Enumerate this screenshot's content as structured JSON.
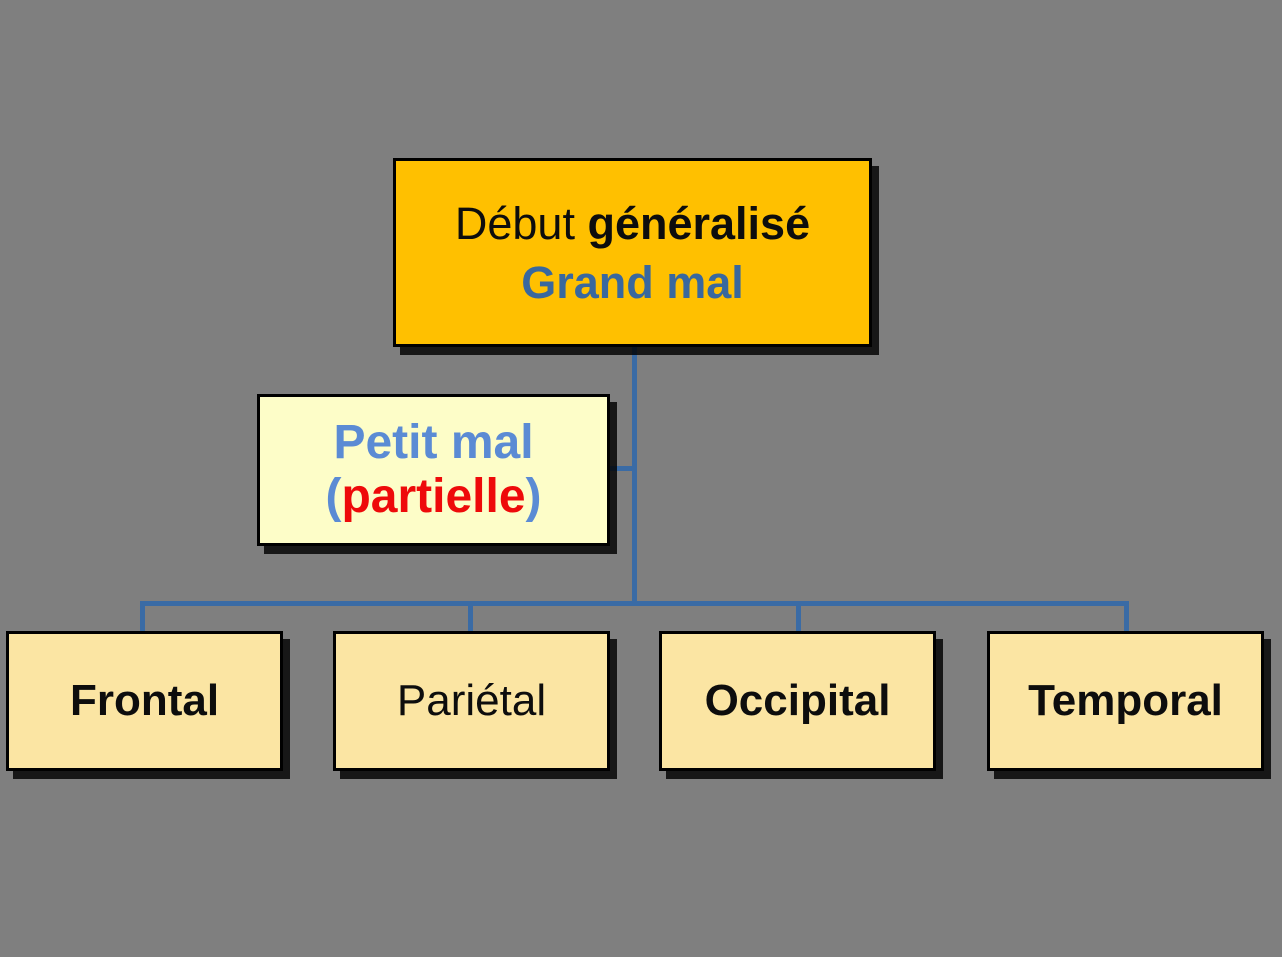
{
  "diagram": {
    "background_color": "#7F7F7F",
    "connector_color": "#3A6BA5",
    "root_node": {
      "line1_normal": "Début ",
      "line1_bold": "généralisé",
      "line2": "Grand mal",
      "fill_color": "#FFC000",
      "line1_color": "#0D0D0D",
      "line2_color": "#39689E"
    },
    "side_node": {
      "line1": "Petit mal",
      "paren_open": "(",
      "word": "partielle",
      "paren_close": ")",
      "fill_color": "#FDFDC8",
      "blue_color": "#5B8BD4",
      "red_color": "#EE0A0A"
    },
    "leaf_nodes": [
      {
        "label": "Frontal",
        "bold": true
      },
      {
        "label": "Pariétal",
        "bold": false
      },
      {
        "label": "Occipital",
        "bold": true
      },
      {
        "label": "Temporal",
        "bold": true
      }
    ],
    "leaf_fill_color": "#FBE5A3"
  }
}
